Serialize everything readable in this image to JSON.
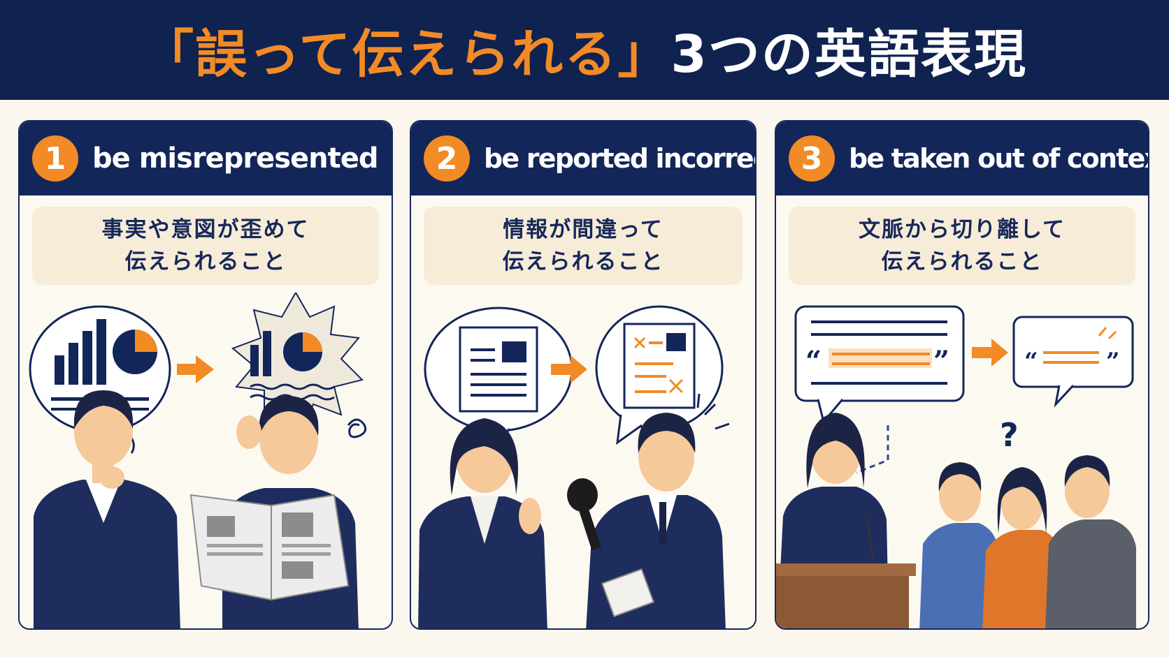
{
  "title": {
    "highlight": "「誤って伝えられる」",
    "rest": "3つの英語表現"
  },
  "cards": [
    {
      "number": "1",
      "phrase": "be misrepresented",
      "desc_line1": "事実や意図が歪めて",
      "desc_line2": "伝えられること",
      "icons": [
        "bar-chart-icon",
        "pie-chart-icon",
        "arrow-right-icon",
        "burst-icon",
        "newspaper-icon",
        "confused-swirl-icon"
      ]
    },
    {
      "number": "2",
      "phrase": "be reported incorrectly",
      "desc_line1": "情報が間違って",
      "desc_line2": "伝えられること",
      "icons": [
        "document-icon",
        "arrow-right-icon",
        "error-document-icon",
        "microphone-icon",
        "notepad-icon"
      ]
    },
    {
      "number": "3",
      "phrase": "be taken out of context",
      "desc_line1": "文脈から切り離して",
      "desc_line2": "伝えられること",
      "icons": [
        "speech-bubble-icon",
        "quote-icon",
        "arrow-right-icon",
        "question-mark-icon",
        "podium-icon"
      ]
    }
  ],
  "quote_open": "“",
  "quote_close": "”",
  "question_mark": "?",
  "colors": {
    "navy": "#13265a",
    "orange": "#f28a26",
    "cream": "#fbf7ee",
    "light_box": "#f7ecd8"
  }
}
